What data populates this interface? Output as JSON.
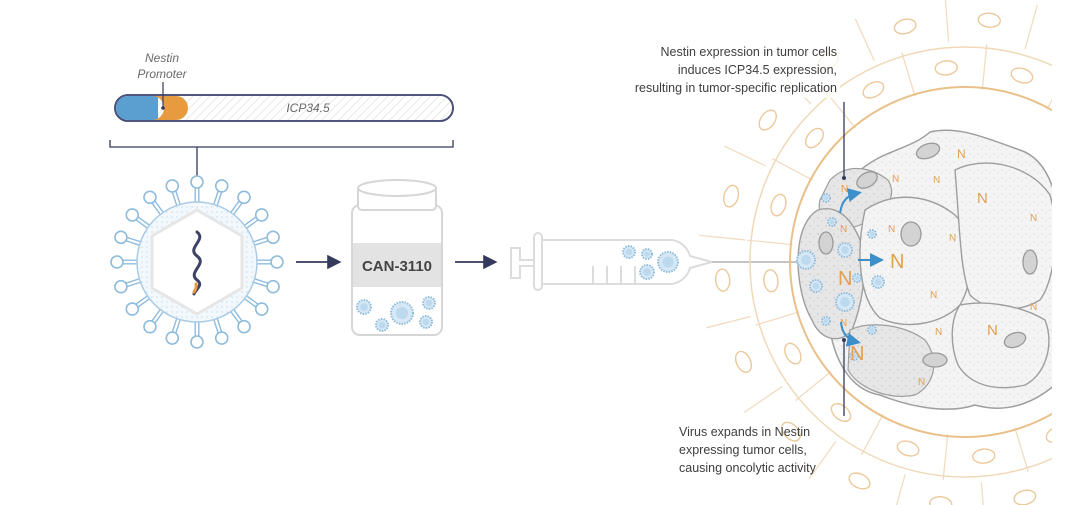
{
  "construct": {
    "promoter_label_line1": "Nestin",
    "promoter_label_line2": "Promoter",
    "gene_label": "ICP34.5"
  },
  "vial": {
    "label": "CAN-3110"
  },
  "annotations": {
    "top": {
      "line1": "Nestin expression in tumor cells",
      "line2": "induces ICP34.5 expression,",
      "line3": "resulting in tumor-specific replication"
    },
    "bottom": {
      "line1": "Virus expands in Nestin",
      "line2": "expressing tumor cells,",
      "line3": "causing oncolytic activity"
    }
  },
  "tumor": {
    "nestin_marker": "N"
  },
  "colors": {
    "virus_blue": "#8fbcdc",
    "promoter_blue": "#5b9fd1",
    "promoter_orange": "#e89a3f",
    "tissue_orange": "#f0cfa3",
    "tumor_gray": "#9a9a9a",
    "arrow_navy": "#343a5c",
    "arrow_blue": "#3d8fca"
  }
}
